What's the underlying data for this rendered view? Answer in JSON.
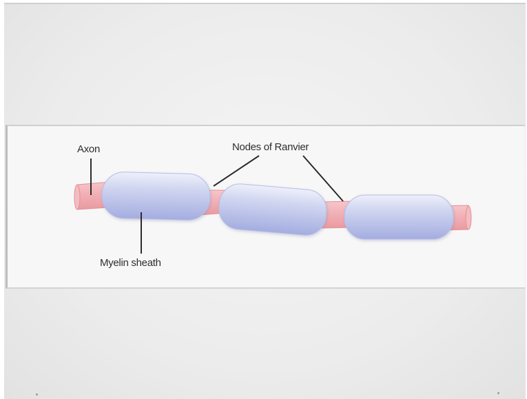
{
  "diagram": {
    "labels": {
      "axon": "Axon",
      "nodes": "Nodes of Ranvier",
      "myelin": "Myelin sheath"
    },
    "colors": {
      "axon_fill": "#f2b3b8",
      "axon_edge": "#e8959c",
      "sheath_light": "#e4e7f7",
      "sheath_dark": "#a9b1e0",
      "label_text": "#2e2e2e",
      "panel_background": "#f7f7f7"
    }
  }
}
